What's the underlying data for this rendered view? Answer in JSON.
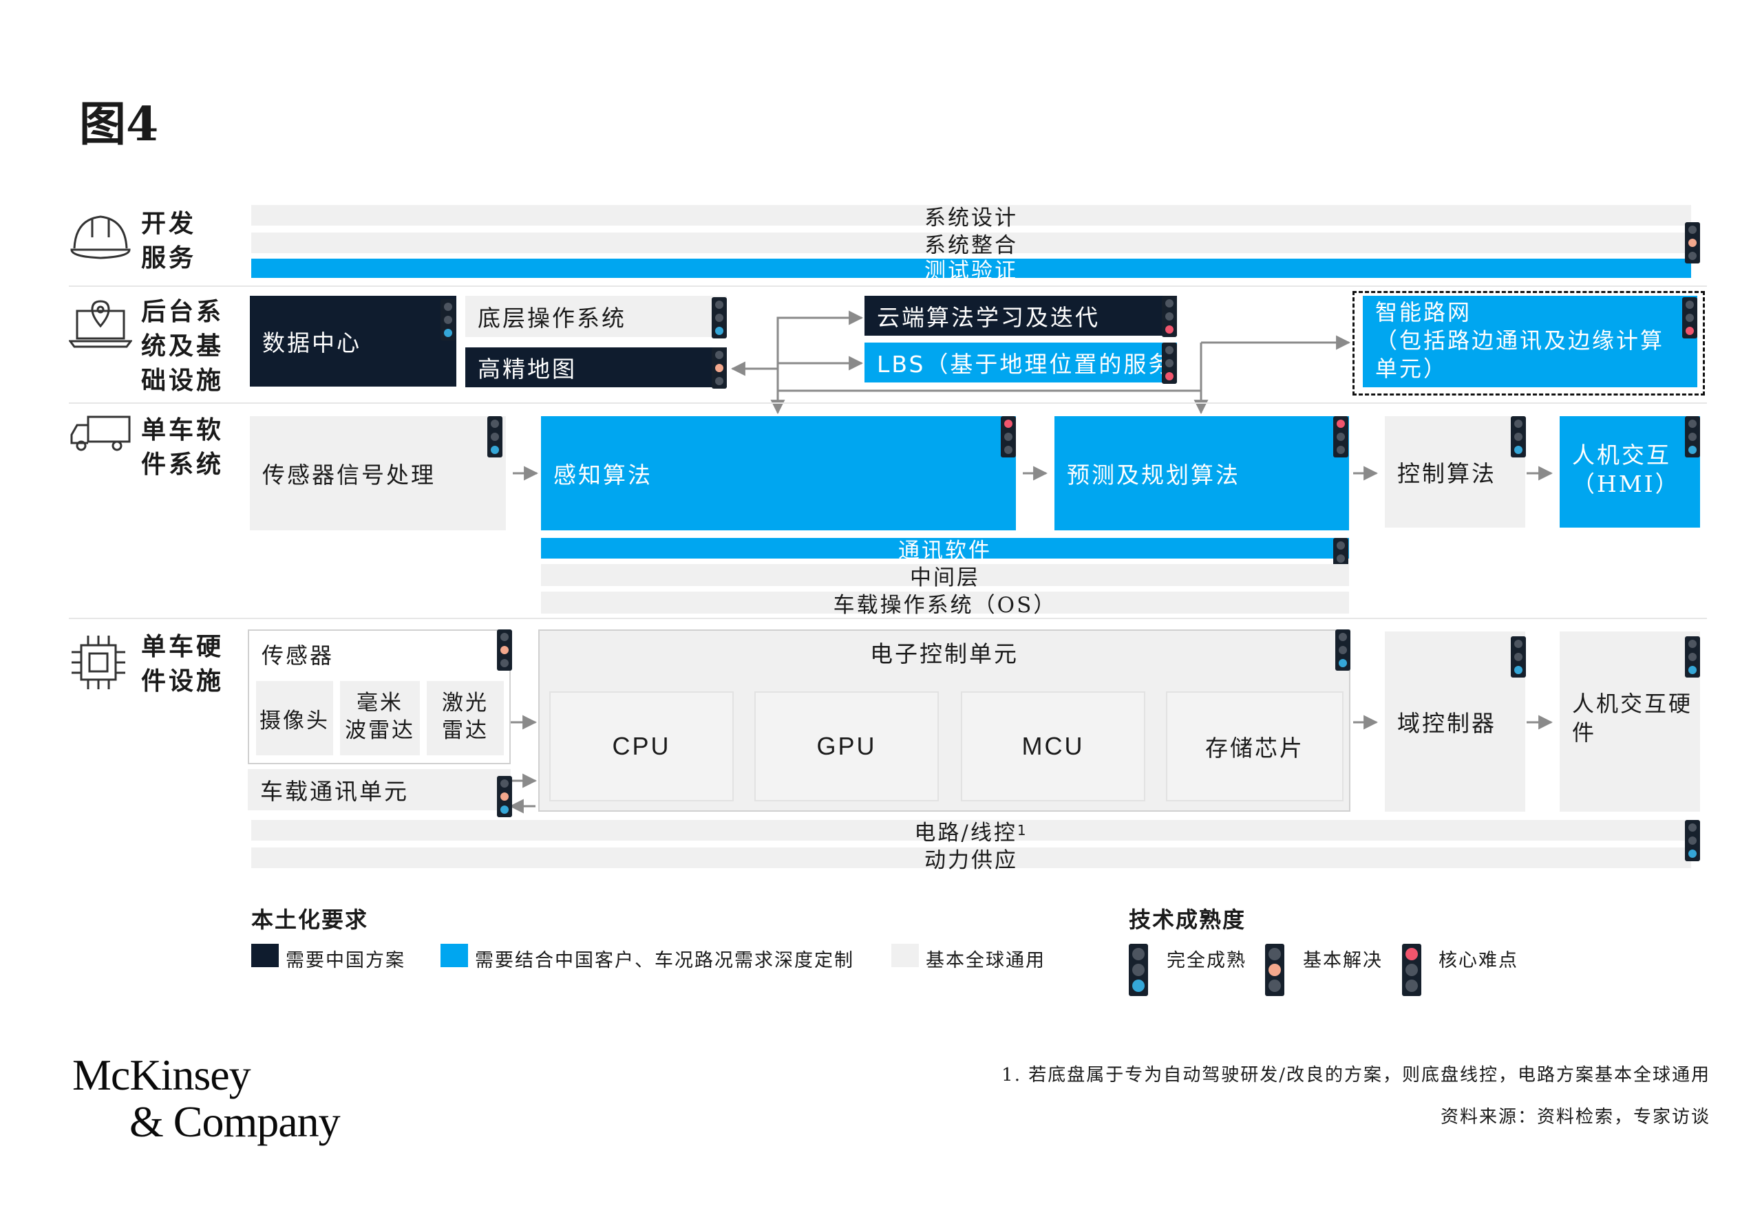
{
  "figure_title": "图4",
  "categories": {
    "dev_services": "开发\n服务",
    "backend": "后台系\n统及基\n础设施",
    "vehicle_software": "单车软\n件系统",
    "vehicle_hardware": "单车硬\n件设施"
  },
  "dev_bars": {
    "system_design": "系统设计",
    "system_integration": "系统整合",
    "test_validation": "测试验证"
  },
  "backend": {
    "data_center": "数据中心",
    "base_os": "底层操作系统",
    "hd_map": "高精地图",
    "cloud_algo": "云端算法学习及迭代",
    "lbs": "LBS（基于地理位置的服务",
    "smart_road": "智能路网\n（包括路边通讯及边缘计算\n单元）"
  },
  "software": {
    "sensor_signal": "传感器信号处理",
    "perception": "感知算法",
    "prediction": "预测及规划算法",
    "control": "控制算法",
    "hmi": "人机交互\n（HMI）",
    "comm_software": "通讯软件",
    "middleware": "中间层",
    "vehicle_os": "车载操作系统（OS）"
  },
  "hardware": {
    "sensors": "传感器",
    "camera": "摄像头",
    "mmwave": "毫米\n波雷达",
    "lidar": "激光\n雷达",
    "telematics": "车载通讯单元",
    "ecu": "电子控制单元",
    "cpu": "CPU",
    "gpu": "GPU",
    "mcu": "MCU",
    "storage": "存储芯片",
    "domain_controller": "域控制器",
    "hmi_hw": "人机交互硬\n件",
    "circuit": "电路/线控",
    "circuit_sup": "1",
    "power": "动力供应"
  },
  "legend": {
    "localization_title": "本土化要求",
    "china_solution": "需要中国方案",
    "china_custom": "需要结合中国客户、车况路况需求深度定制",
    "global": "基本全球通用",
    "maturity_title": "技术成熟度",
    "mature": "完全成熟",
    "basic": "基本解决",
    "core": "核心难点"
  },
  "colors": {
    "dark_navy": "#0f1c2e",
    "bright_blue": "#00a6f0",
    "light_grey": "#f0f0f0",
    "light_green": "#35a7d8",
    "light_amber": "#f3a88d",
    "light_red": "#f0556d"
  },
  "footer": {
    "logo_line1": "McKinsey",
    "logo_line2": "& Company",
    "note": "1.  若底盘属于专为自动驾驶研发/改良的方案，则底盘线控，电路方案基本全球通用",
    "source": "资料来源：资料检索，专家访谈"
  },
  "icons": [
    "hard-hat-icon",
    "laptop-location-icon",
    "truck-icon",
    "chip-icon",
    "traffic-light-icon"
  ]
}
